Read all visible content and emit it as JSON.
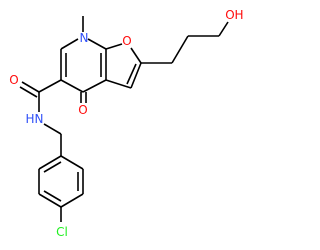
{
  "structure": {
    "atoms": {
      "hydroxyl_oxygen": "O",
      "hydroxyl_hydrogen": "H",
      "n_methyl_nitrogen": "N",
      "furan_oxygen": "O",
      "ketone_oxygen": "O",
      "amide_oxygen": "O",
      "amide_nitrogen": "N",
      "amide_hydrogen": "H",
      "chlorine": "Cl"
    },
    "colors": {
      "nitrogen": "#3050F8",
      "oxygen": "#FF0D0D",
      "chlorine": "#1FF01F",
      "bond": "#000000"
    }
  }
}
